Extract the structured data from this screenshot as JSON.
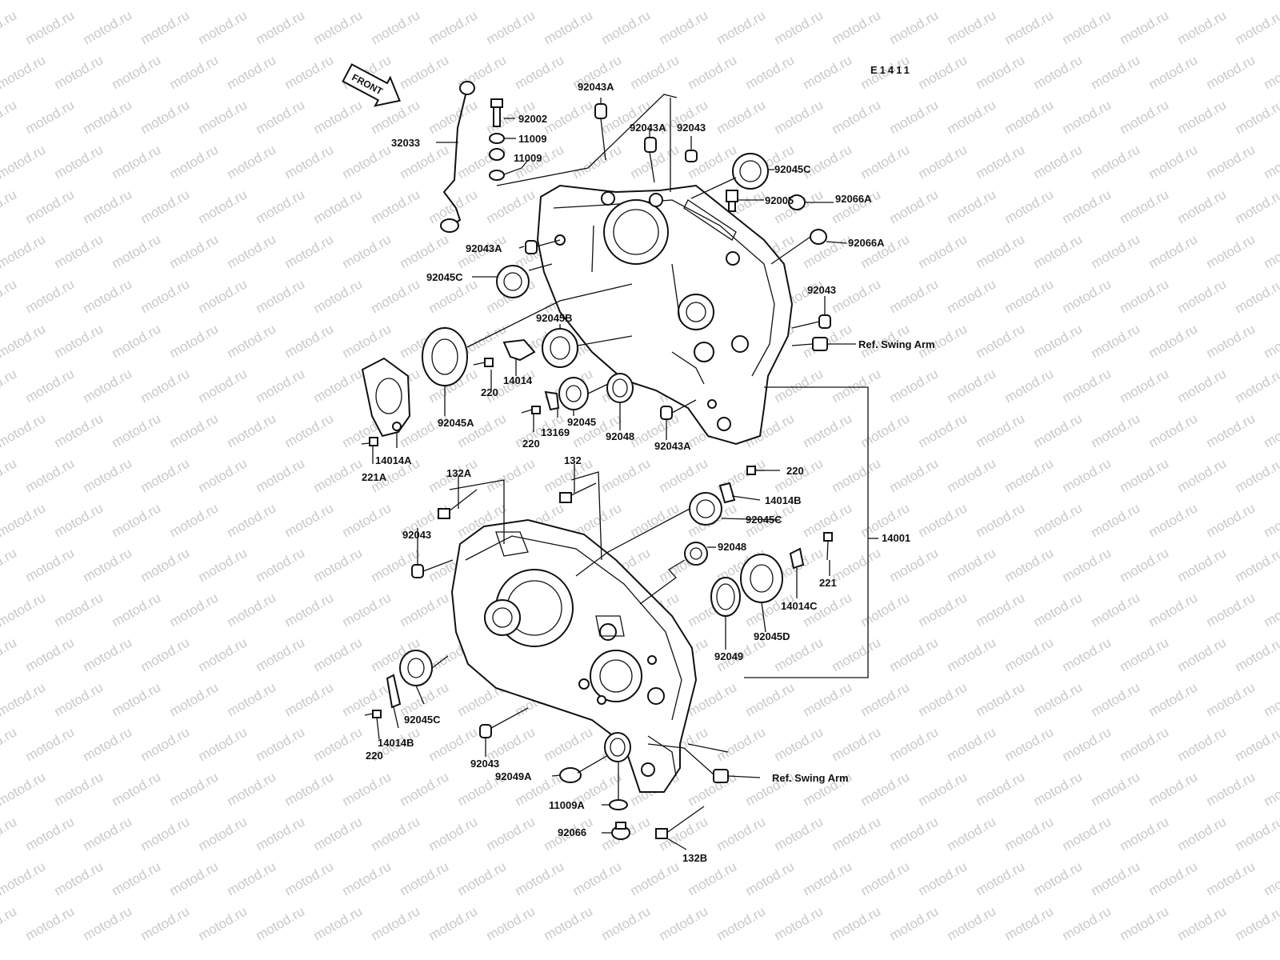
{
  "watermark": "motod.ru",
  "diagram_code": "E1411",
  "front_label": "FRONT",
  "ref_top": "Ref. Swing Arm",
  "ref_bottom": "Ref. Swing Arm",
  "parts": {
    "p32033": "32033",
    "p92002": "92002",
    "p11009a": "11009",
    "p11009b": "11009",
    "p92043a_top": "92043A",
    "p92043a_mid": "92043A",
    "p92043_tr": "92043",
    "p92045c_tr": "92045C",
    "p92005": "92005",
    "p92066a_1": "92066A",
    "p92066a_2": "92066A",
    "p92043a_left": "92043A",
    "p92045c_left": "92045C",
    "p92043_right": "92043",
    "p92045b": "92045B",
    "p220_a": "220",
    "p14014": "14014",
    "p92045a": "92045A",
    "p92045": "92045",
    "p13169": "13169",
    "p220_b": "220",
    "p92048_a": "92048",
    "p92043a_bot": "92043A",
    "p14014a": "14014A",
    "p221a": "221A",
    "p132a": "132A",
    "p132": "132",
    "p220_c": "220",
    "p14014b_r": "14014B",
    "p92045c_mid": "92045C",
    "p14001": "14001",
    "p92043_left2": "92043",
    "p92048_b": "92048",
    "p221": "221",
    "p14014c": "14014C",
    "p92045d": "92045D",
    "p92049": "92049",
    "p92045c_low": "92045C",
    "p14014b_l": "14014B",
    "p220_d": "220",
    "p92043_low": "92043",
    "p92049a": "92049A",
    "p11009a_low": "11009A",
    "p92066": "92066",
    "p132b": "132B"
  }
}
